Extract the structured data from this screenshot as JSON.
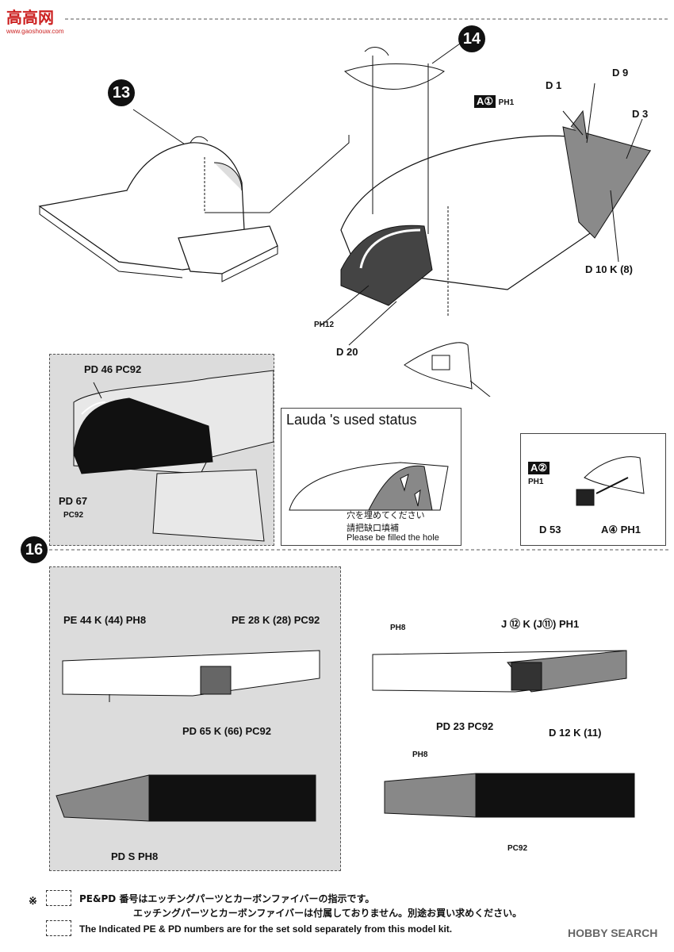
{
  "watermark": {
    "top": "高高网",
    "sub": "www.gaoshouw.com"
  },
  "steps": {
    "s13": "13",
    "s14": "14",
    "s16": "16"
  },
  "labels": {
    "a1": "A①",
    "ph1": "PH1",
    "d1": "D 1",
    "d9": "D 9",
    "d3": "D 3",
    "d10k8": "D 10 K (8)",
    "ph12": "PH12",
    "d20": "D 20",
    "a2": "A②",
    "ph1b": "PH1",
    "d53": "D 53",
    "a4": "A④ PH1",
    "pd46": "PD 46 PC92",
    "pd67": "PD 67",
    "pc92a": "PC92",
    "pe44": "PE 44 K (44) PH8",
    "pe28": "PE 28 K (28) PC92",
    "pd65": "PD 65 K (66) PC92",
    "pds": "PD S PH8",
    "ph8a": "PH8",
    "j12": "J ⑫ K (J⑪) PH1",
    "pd23": "PD 23 PC92",
    "d12k11": "D 12 K (11)",
    "ph8b": "PH8",
    "pc92b": "PC92"
  },
  "lauda": {
    "title": "Lauda 's used status",
    "jp": "穴を埋めてください",
    "cn": "請把缺口填補",
    "en": "Please be filled the hole"
  },
  "footer": {
    "mark": "※",
    "jp1": "PE&PD 番号はエッチングパーツとカーボンファイバーの指示です。",
    "jp2": "エッチングパーツとカーボンファイバーは付属しておりません。別途お買い求めください。",
    "en": "The Indicated PE & PD numbers are for the set sold separately from this model kit.",
    "brand": "HOBBY SEARCH"
  }
}
